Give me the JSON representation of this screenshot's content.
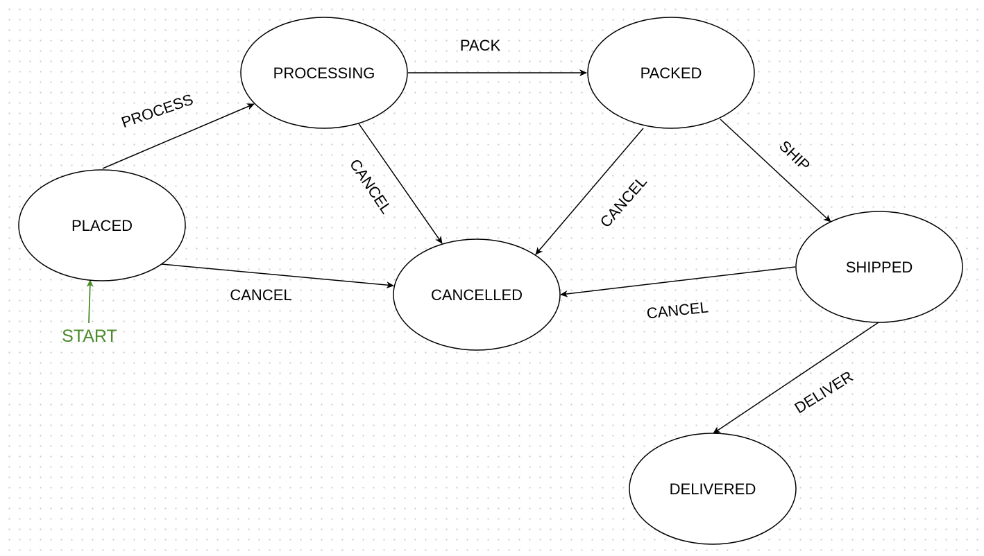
{
  "colors": {
    "stroke": "#000000",
    "fill": "#ffffff",
    "start": "#4a8a2a"
  },
  "states": {
    "placed": "PLACED",
    "processing": "PROCESSING",
    "packed": "PACKED",
    "cancelled": "CANCELLED",
    "shipped": "SHIPPED",
    "delivered": "DELIVERED"
  },
  "start": {
    "label": "START",
    "target": "PLACED"
  },
  "transitions": [
    {
      "id": "process",
      "label": "PROCESS",
      "from": "PLACED",
      "to": "PROCESSING"
    },
    {
      "id": "pack",
      "label": "PACK",
      "from": "PROCESSING",
      "to": "PACKED"
    },
    {
      "id": "ship",
      "label": "SHIP",
      "from": "PACKED",
      "to": "SHIPPED"
    },
    {
      "id": "deliver",
      "label": "DELIVER",
      "from": "SHIPPED",
      "to": "DELIVERED"
    },
    {
      "id": "cancel_placed",
      "label": "CANCEL",
      "from": "PLACED",
      "to": "CANCELLED"
    },
    {
      "id": "cancel_processing",
      "label": "CANCEL",
      "from": "PROCESSING",
      "to": "CANCELLED"
    },
    {
      "id": "cancel_packed",
      "label": "CANCEL",
      "from": "PACKED",
      "to": "CANCELLED"
    },
    {
      "id": "cancel_shipped",
      "label": "CANCEL",
      "from": "SHIPPED",
      "to": "CANCELLED"
    }
  ]
}
